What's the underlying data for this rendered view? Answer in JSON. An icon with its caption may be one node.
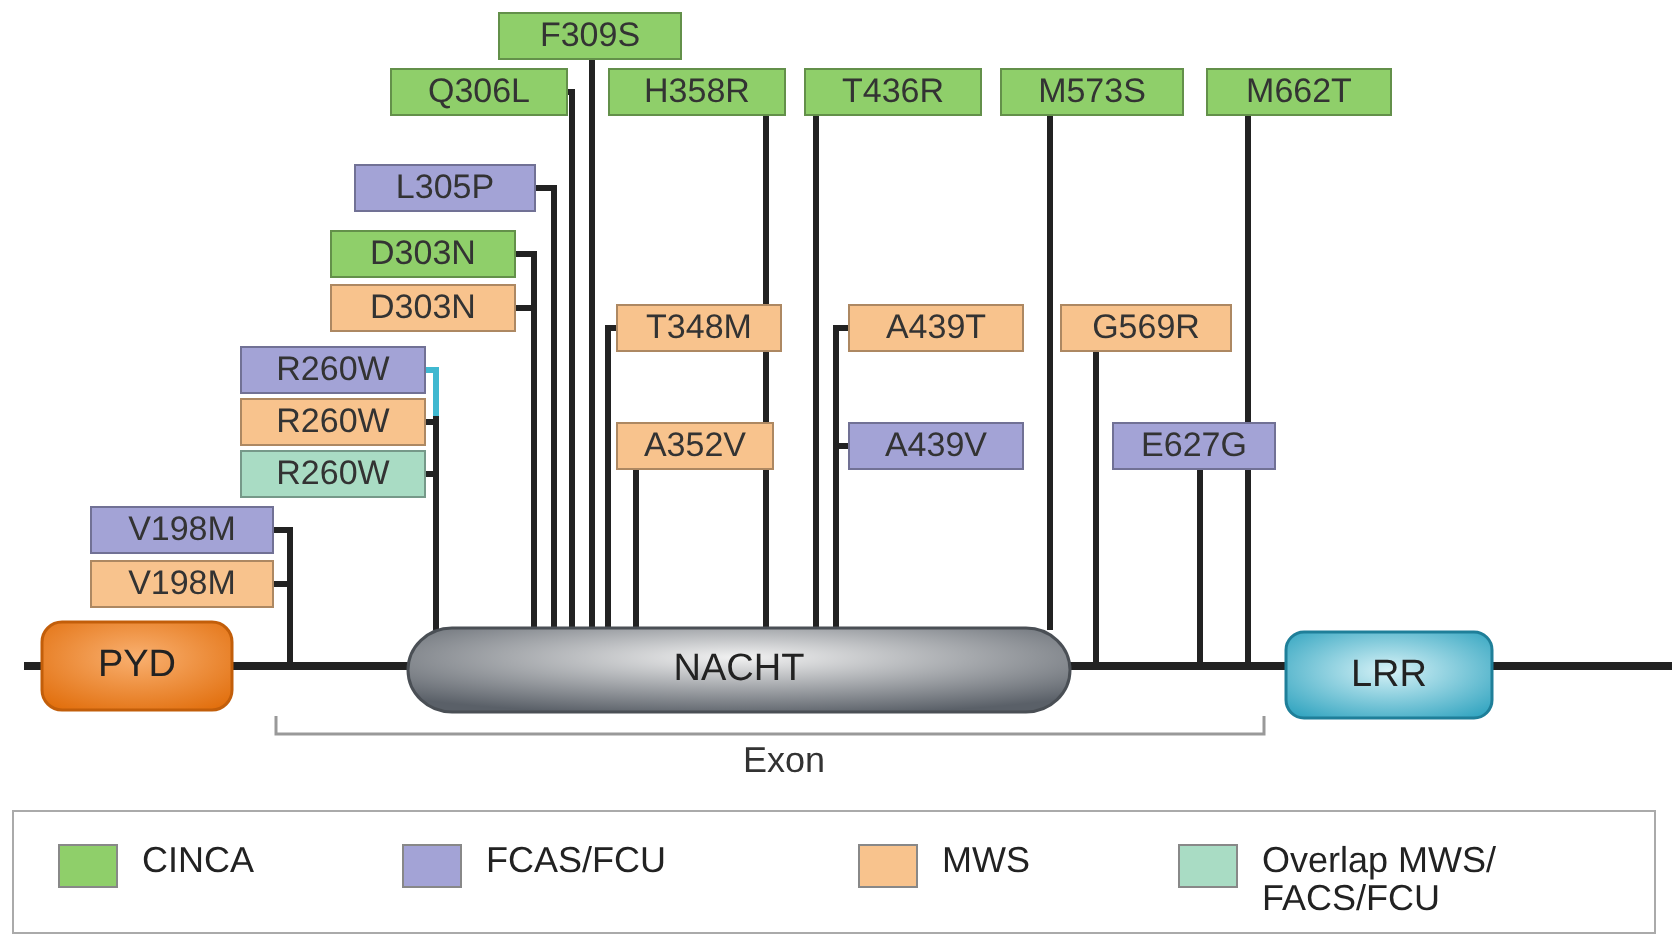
{
  "diagram": {
    "nodes": [
      {
        "text": [
          "F309S"
        ]
      },
      {
        "text": [
          "Q306L"
        ]
      },
      {
        "text": [
          "H358R"
        ]
      },
      {
        "text": [
          "T436R"
        ]
      },
      {
        "text": [
          "M573S"
        ]
      },
      {
        "text": [
          "M662T"
        ]
      },
      {
        "text": [
          "L305P"
        ]
      },
      {
        "text": [
          "D303N"
        ]
      },
      {
        "text": [
          "D303N"
        ]
      },
      {
        "text": [
          "T348M"
        ]
      },
      {
        "text": [
          "A439T"
        ]
      },
      {
        "text": [
          "G569R"
        ]
      },
      {
        "text": [
          "R260W"
        ]
      },
      {
        "text": [
          "R260W"
        ]
      },
      {
        "text": [
          "R260W"
        ]
      },
      {
        "text": [
          "A352V"
        ]
      },
      {
        "text": [
          "A439V"
        ]
      },
      {
        "text": [
          "E627G"
        ]
      },
      {
        "text": [
          "V198M"
        ]
      },
      {
        "text": [
          "V198M"
        ]
      },
      {
        "text": [
          "PYD"
        ]
      },
      {
        "text": [
          "NACHT"
        ]
      },
      {
        "text": [
          "LRR"
        ]
      }
    ],
    "edges": [
      {
        "from": 0,
        "to": 21,
        "arrow": "none"
      },
      {
        "from": 1,
        "to": 21,
        "arrow": "none"
      },
      {
        "from": 2,
        "to": 21,
        "arrow": "none"
      },
      {
        "from": 3,
        "to": 21,
        "arrow": "none"
      },
      {
        "from": 4,
        "to": 21,
        "arrow": "none"
      },
      {
        "from": 5,
        "to": null,
        "arrow": "none"
      },
      {
        "from": 6,
        "to": 21,
        "arrow": "none"
      },
      {
        "from": 7,
        "to": 21,
        "arrow": "none"
      },
      {
        "from": 8,
        "to": 21,
        "arrow": "none"
      },
      {
        "from": 9,
        "to": 21,
        "arrow": "none"
      },
      {
        "from": 10,
        "to": 21,
        "arrow": "none"
      },
      {
        "from": 16,
        "to": 21,
        "arrow": "none"
      },
      {
        "from": 11,
        "to": null,
        "arrow": "none"
      },
      {
        "from": 12,
        "to": 21,
        "arrow": "none"
      },
      {
        "from": 13,
        "to": 21,
        "arrow": "none"
      },
      {
        "from": 14,
        "to": 21,
        "arrow": "none"
      },
      {
        "from": 15,
        "to": 21,
        "arrow": "none"
      },
      {
        "from": 17,
        "to": null,
        "arrow": "none"
      },
      {
        "from": 18,
        "to": null,
        "arrow": "none"
      },
      {
        "from": 19,
        "to": null,
        "arrow": "none"
      }
    ],
    "labels": [
      "Exon"
    ],
    "legend": [
      {
        "text": "CINCA",
        "color": "#8fcf6a"
      },
      {
        "text": "FCAS/FCU",
        "color": "#a3a3d6"
      },
      {
        "text": "MWS",
        "color": "#f8c38d"
      },
      {
        "text": "Overlap MWS/ FACS/FCU",
        "color": "#a9dcc4"
      }
    ]
  }
}
